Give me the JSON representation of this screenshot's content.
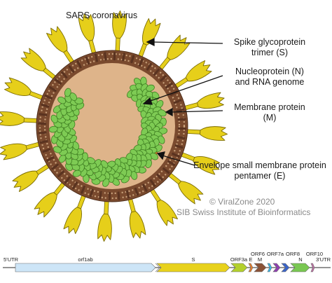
{
  "title": "SARS coronavirus",
  "labels": {
    "spike": [
      "Spike glycoprotein",
      "trimer (S)"
    ],
    "nucleoprotein": [
      "Nucleoprotein (N)",
      "and RNA genome"
    ],
    "membrane": [
      "Membrane protein",
      "(M)"
    ],
    "envelope": [
      "Envelope small membrane protein",
      "pentamer (E)"
    ]
  },
  "credit": {
    "line1": "© ViralZone 2020",
    "line2": "SIB Swiss Institute of Bioinformatics"
  },
  "genome": {
    "utr5": "5'UTR",
    "utr3": "3'UTR",
    "genes": [
      "orf1ab",
      "S",
      "ORF3a",
      "E",
      "M",
      "ORF6",
      "ORF7a",
      "ORF8",
      "N",
      "ORF10"
    ]
  },
  "colors": {
    "spike": "#e6cf1a",
    "spike_outline": "#7a6a00",
    "envelope_ring": "#7a4a2e",
    "interior": "#deb48a",
    "nucleoprotein": "#7ecb54",
    "envelope_protein": "#e27d2d",
    "orf1ab": "#cde5f7",
    "gene_S": "#e8d21d",
    "gene_ORF3a": "#b3d02c",
    "gene_E": "#e37d2f",
    "gene_M": "#8a5236",
    "gene_ORF6": "#39b7e6",
    "gene_ORF7a": "#8e3fb0",
    "gene_ORF8": "#3b64c8",
    "gene_N": "#79c752",
    "gene_ORF10": "#c06fa6"
  }
}
